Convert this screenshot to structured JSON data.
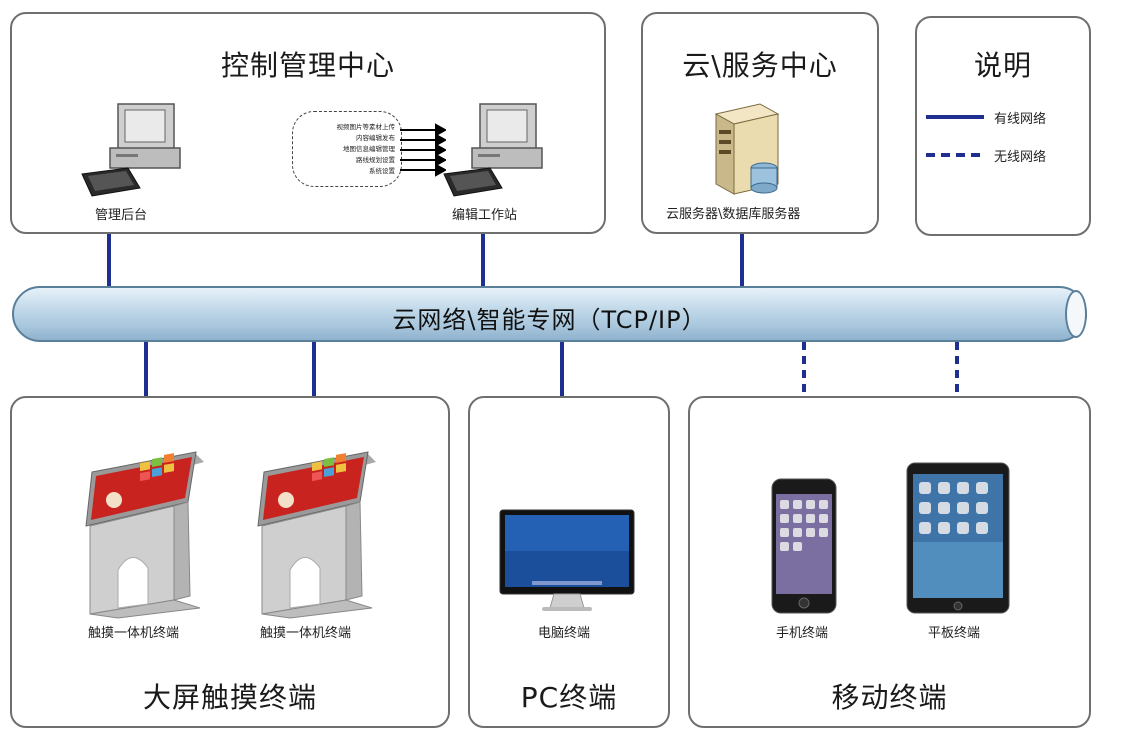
{
  "control_center": {
    "title": "控制管理中心",
    "admin_label": "管理后台",
    "workstation_label": "编辑工作站",
    "functions": [
      "视频图片等素材上传",
      "内容编辑发布",
      "地图信息编辑管理",
      "路线规划设置",
      "系统设置"
    ]
  },
  "cloud_center": {
    "title": "云\\服务中心",
    "server_label": "云服务器\\数据库服务器"
  },
  "legend": {
    "title": "说明",
    "wired": "有线网络",
    "wireless": "无线网络"
  },
  "network": {
    "label": "云网络\\智能专网（TCP/IP）"
  },
  "kiosk_group": {
    "title": "大屏触摸终端",
    "items": [
      "触摸一体机终端",
      "触摸一体机终端"
    ]
  },
  "pc_group": {
    "title": "PC终端",
    "item": "电脑终端"
  },
  "mobile_group": {
    "title": "移动终端",
    "phone": "手机终端",
    "tablet": "平板终端"
  },
  "colors": {
    "wire": "#1f2f8f",
    "bus": "#a7c5dc",
    "kiosk_screen": "#c9231f"
  }
}
